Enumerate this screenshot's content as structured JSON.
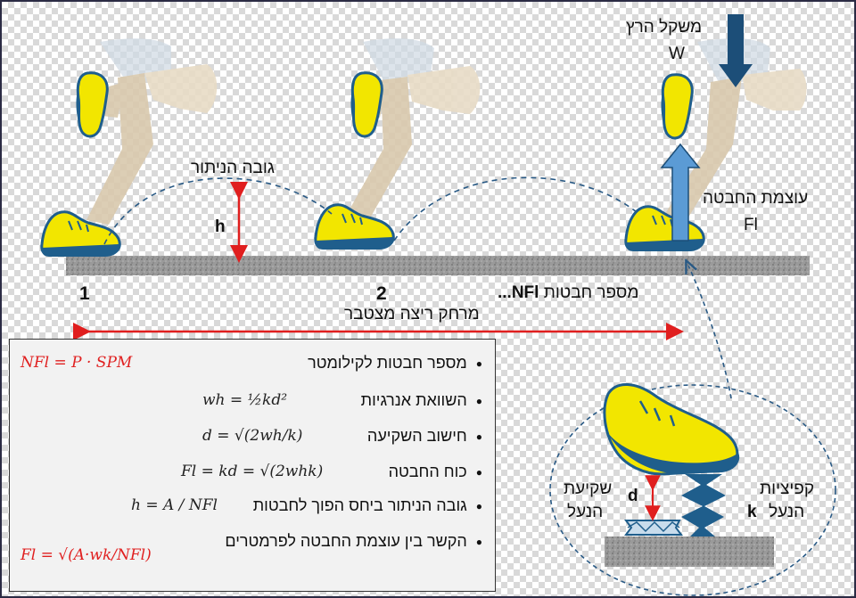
{
  "labels": {
    "earth_weight": "משקל הרץ",
    "w_symbol": "W",
    "flight_height": "גובה הניתור",
    "h_symbol": "h",
    "bounce_force": "עוצמת החבטה",
    "fl_symbol": "Fl",
    "step_1": "1",
    "step_2": "2",
    "nfl_symbol": "...NFl",
    "bounce_count": "מספר חבטות",
    "cumulative_distance": "מרחק ריצה מצטבר",
    "shoe_compression_line1": "שקיעת",
    "shoe_compression_line2": "הנעל",
    "d_symbol": "d",
    "shoe_spring_line1": "קפיציות",
    "shoe_spring_line2": "הנעל",
    "k_symbol": "k"
  },
  "bullets": [
    {
      "text": "מספר חבטות לקילומטר",
      "formula": "NFl = P · SPM",
      "highlight": true
    },
    {
      "text": "השוואת אנרגיות",
      "formula": "wh = ½kd²",
      "highlight": false
    },
    {
      "text": "חישוב השקיעה",
      "formula": "d = √(2wh/k)",
      "highlight": false
    },
    {
      "text": "כוח החבטה",
      "formula": "Fl = kd = √(2whk)",
      "highlight": false
    },
    {
      "text": "גובה הניתור ביחס הפוך לחבטות",
      "formula": "h = A / NFl",
      "highlight": false
    },
    {
      "text": "הקשר בין עוצמת החבטה לפרמטרים",
      "formula": "Fl = √(A·wk/NFl)",
      "highlight": true
    }
  ],
  "colors": {
    "shoe_yellow": "#f2e600",
    "shoe_blue": "#1f5e8c",
    "arrow_red": "#e01e1e",
    "arrow_navy": "#1c4e78",
    "arrow_lightblue": "#5b9bd5",
    "ground": "#8c8c8c",
    "skin": "#d9c9ad"
  },
  "icons": [
    "shoe-icon",
    "spring-icon",
    "force-arrow-icon"
  ]
}
